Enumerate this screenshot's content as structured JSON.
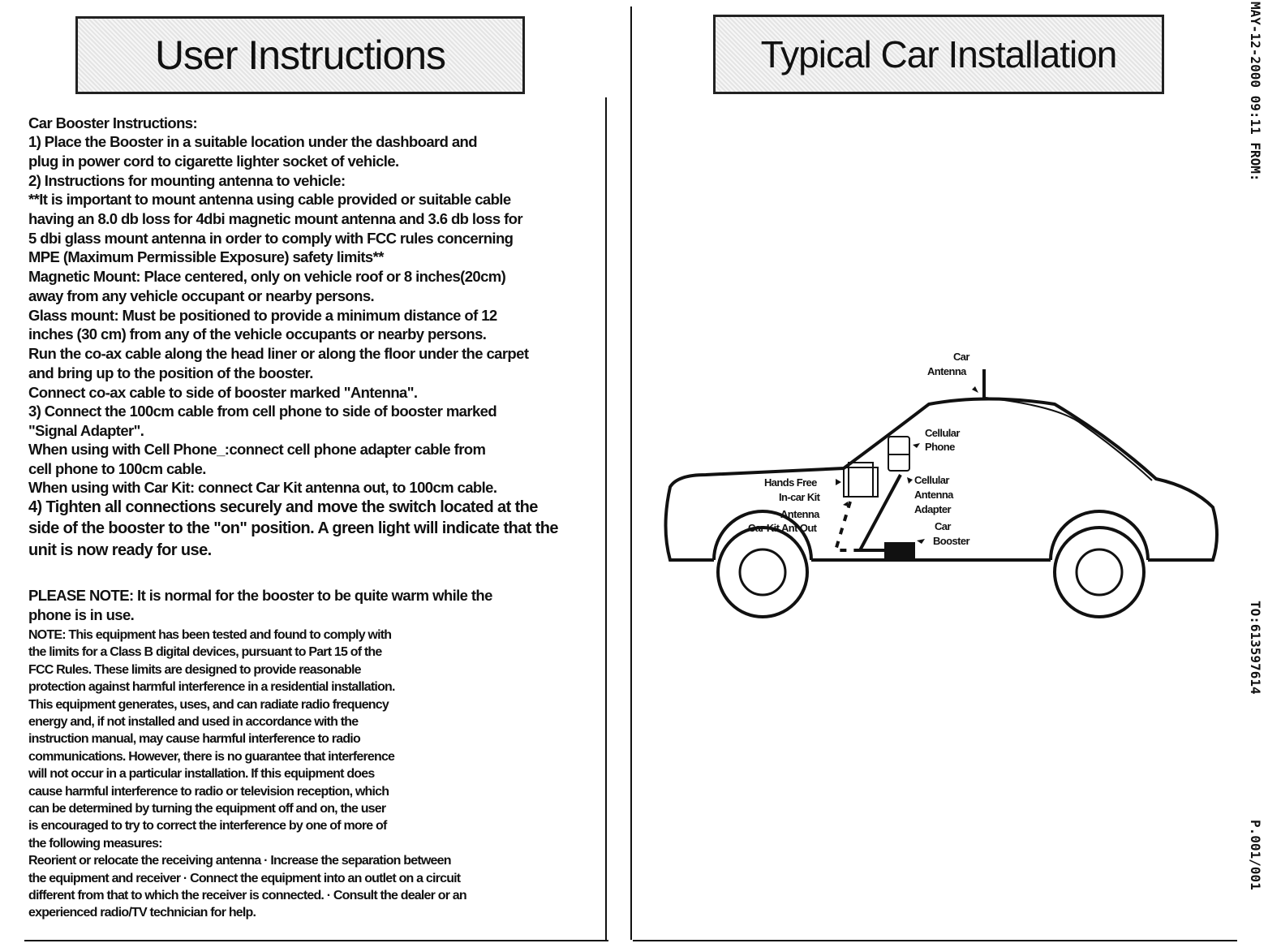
{
  "left_title": "User Instructions",
  "right_title": "Typical Car Installation",
  "instructions": [
    "Car Booster Instructions:",
    "1) Place the Booster in a suitable location under the dashboard and",
    "plug in power cord to cigarette lighter socket of vehicle.",
    "2) Instructions for mounting antenna to vehicle:",
    "  **It is important to mount antenna using cable provided or suitable cable",
    "having an 8.0 db loss for 4dbi magnetic mount antenna and 3.6 db loss for",
    "5 dbi glass mount antenna in order to comply with FCC  rules concerning",
    "MPE (Maximum Permissible Exposure) safety limits**",
    "Magnetic Mount: Place centered, only on vehicle roof or 8 inches(20cm)",
    "away from any vehicle occupant or nearby persons.",
    "Glass mount: Must be positioned to provide a minimum distance of 12",
    "inches (30 cm) from any of the vehicle occupants or nearby persons.",
    "Run the co-ax cable along the head liner or along the floor under the carpet",
    "and bring up to the position of the booster.",
    "Connect co-ax cable to side of booster marked \"Antenna\".",
    "3) Connect the 100cm cable from cell phone to side of booster marked",
    "\"Signal Adapter\".",
    "When using with Cell Phone_:connect cell phone adapter cable from",
    "cell phone to 100cm cable.",
    "When using with Car Kit: connect Car Kit antenna out, to 100cm cable.",
    "4) Tighten all connections securely and move the switch located at the",
    "side of the booster to the \"on\" position. A green light will indicate that the",
    "unit is now ready for use.",
    "PLEASE NOTE: It is normal for the booster to be quite warm while the",
    "phone is in use."
  ],
  "note": [
    "NOTE: This equipment has been tested and found to comply with",
    "the limits for a Class B digital devices, pursuant to Part 15 of the",
    "FCC Rules. These limits are designed to provide reasonable",
    "protection against harmful interference in a residential installation.",
    "This equipment generates, uses, and can radiate radio frequency",
    "energy and, if not installed and used in accordance with the",
    "instruction manual, may cause harmful interference to radio",
    "communications. However, there is no guarantee that interference",
    "will not occur in a particular installation. If this equipment does",
    "cause harmful interference to radio or television reception, which",
    "can be determined by turning the equipment off and on, the user",
    "is encouraged to try to correct the interference by one of more of",
    "the following measures:",
    "Reorient or relocate the receiving antenna · Increase the separation between",
    "the equipment and receiver · Connect the equipment into an outlet on a circuit",
    "different from that to which the receiver is connected.  · Consult the dealer or an",
    "experienced radio/TV technician for help."
  ],
  "diagram": {
    "car_antenna": [
      "Car",
      "Antenna"
    ],
    "cellular_phone": [
      "Cellular",
      "Phone"
    ],
    "hands_free": [
      "Hands Free",
      "In-car Kit"
    ],
    "cellular_antenna_adapter": [
      "Cellular",
      "Antenna",
      "Adapter"
    ],
    "antenna": "Antenna",
    "car_kit_ant_out": "Car Kit Ant Out",
    "car_booster": [
      "Car",
      "Booster"
    ]
  },
  "fax_header": {
    "date_from": "MAY-12-2000 09:11 FROM:",
    "to": "TO:613597614",
    "page": "P.001/001"
  }
}
